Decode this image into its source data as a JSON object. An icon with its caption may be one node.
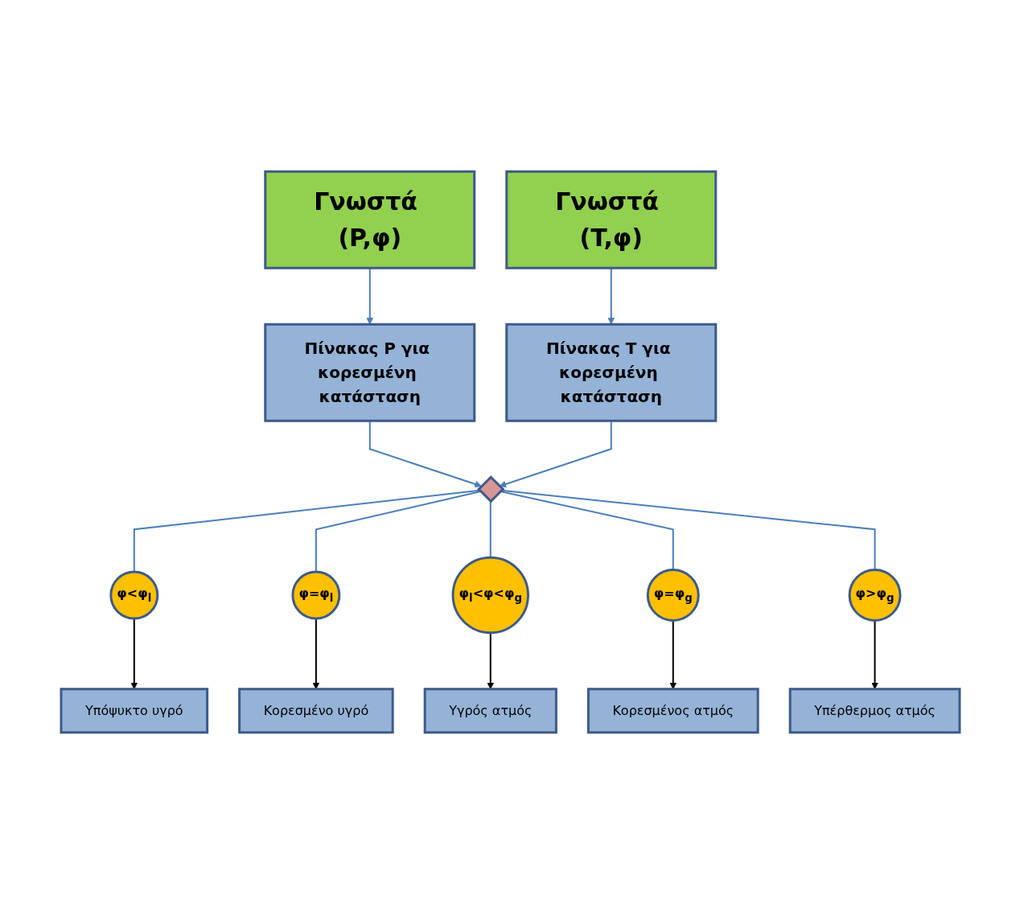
{
  "diagram": {
    "nodes": [
      {
        "text": [
          "Γνωστά (P,φ)"
        ]
      },
      {
        "text": [
          "Γνωστά (T,φ)"
        ]
      },
      {
        "text": [
          "Πίνακας P για κορεσμένη κατάσταση"
        ]
      },
      {
        "text": [
          "Πίνακας T για κορεσμένη κατάσταση"
        ]
      },
      {
        "text": [],
        "shape": "diamond"
      },
      {
        "text": [
          "φ<φ$_{l}$"
        ]
      },
      {
        "text": [
          "φ=φ$_{l}$"
        ]
      },
      {
        "text": [
          "φ$_{l}$<φ<φ$_{g}$"
        ]
      },
      {
        "text": [
          "φ=φ$_{g}$"
        ]
      },
      {
        "text": [
          "φ>φ$_{g}$"
        ]
      },
      {
        "text": [
          "Υπόψυκτο υγρό"
        ]
      },
      {
        "text": [
          "Κορεσμένο υγρό"
        ]
      },
      {
        "text": [
          "Υγρός ατμός"
        ]
      },
      {
        "text": [
          "Κορεσμένος ατμός"
        ]
      },
      {
        "text": [
          "Υπέρθερμος ατμός"
        ]
      }
    ],
    "edges": [
      {
        "from": 0,
        "to": 2,
        "arrow": "to"
      },
      {
        "from": 1,
        "to": 3,
        "arrow": "to"
      },
      {
        "from": 2,
        "to": 4,
        "arrow": "to"
      },
      {
        "from": 3,
        "to": 4,
        "arrow": "to"
      },
      {
        "from": 4,
        "to": 5,
        "arrow": "none"
      },
      {
        "from": 4,
        "to": 6,
        "arrow": "none"
      },
      {
        "from": 4,
        "to": 7,
        "arrow": "none"
      },
      {
        "from": 4,
        "to": 8,
        "arrow": "none"
      },
      {
        "from": 4,
        "to": 9,
        "arrow": "none"
      },
      {
        "from": 5,
        "to": 10,
        "arrow": "to",
        "color": "#000000"
      },
      {
        "from": 6,
        "to": 11,
        "arrow": "to",
        "color": "#000000"
      },
      {
        "from": 7,
        "to": 12,
        "arrow": "to",
        "color": "#000000"
      },
      {
        "from": 8,
        "to": 13,
        "arrow": "to",
        "color": "#000000"
      },
      {
        "from": 9,
        "to": 14,
        "arrow": "to",
        "color": "#000000"
      }
    ]
  }
}
